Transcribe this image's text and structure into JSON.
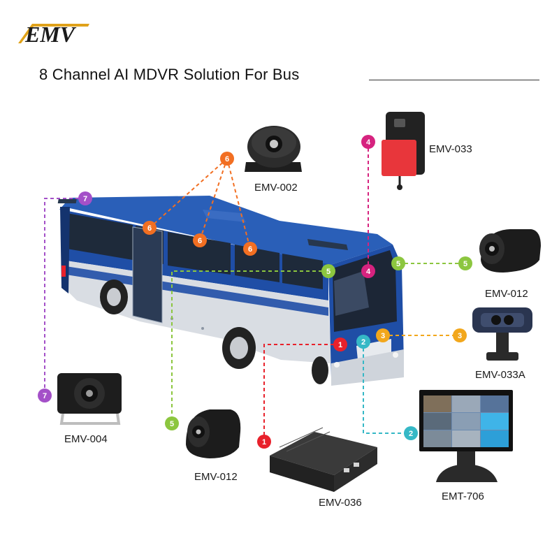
{
  "brand": {
    "logo_text": "EMV",
    "colors": {
      "logo_dark": "#1a1a1a",
      "logo_gold": "#e0a21a"
    }
  },
  "title": "8 Channel AI MDVR Solution For Bus",
  "products": {
    "emv_002": "EMV-002",
    "emv_033": "EMV-033",
    "emv_012_right": "EMV-012",
    "emv_033a": "EMV-033A",
    "emv_004": "EMV-004",
    "emv_012_bottom": "EMV-012",
    "emv_036": "EMV-036",
    "emt_706": "EMT-706"
  },
  "channels": {
    "c1": "1",
    "c2": "2",
    "c3": "3",
    "c4": "4",
    "c5": "5",
    "c6": "6",
    "c7": "7"
  },
  "channel_colors": {
    "c1": "#e8212b",
    "c2": "#35b8c6",
    "c3": "#f2a71c",
    "c4": "#d6237f",
    "c5": "#8cc63f",
    "c6": "#f26f22",
    "c7": "#a450c8"
  },
  "bus_colors": {
    "body_blue": "#1f4ea6",
    "skirt_gray": "#d9dde3"
  }
}
